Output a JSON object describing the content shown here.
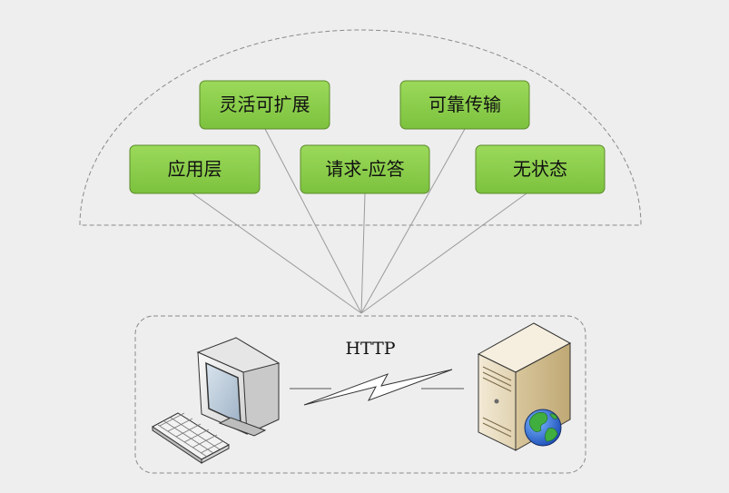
{
  "nodes": {
    "flexible_extensible": "灵活可扩展",
    "reliable_transport": "可靠传输",
    "application_layer": "应用层",
    "request_response": "请求-应答",
    "stateless": "无状态"
  },
  "connection": {
    "protocol_label": "HTTP"
  },
  "colors": {
    "background": "#eeeeee",
    "node_fill": "#8dce4a",
    "node_border": "#5c8a2c",
    "dashed_outline": "#8a8a8a",
    "connector_line": "#9a9a9a"
  },
  "icons": {
    "client": "desktop-computer-icon",
    "keyboard": "keyboard-icon",
    "server": "server-tower-icon",
    "globe": "globe-icon",
    "link": "lightning-bolt-icon"
  }
}
